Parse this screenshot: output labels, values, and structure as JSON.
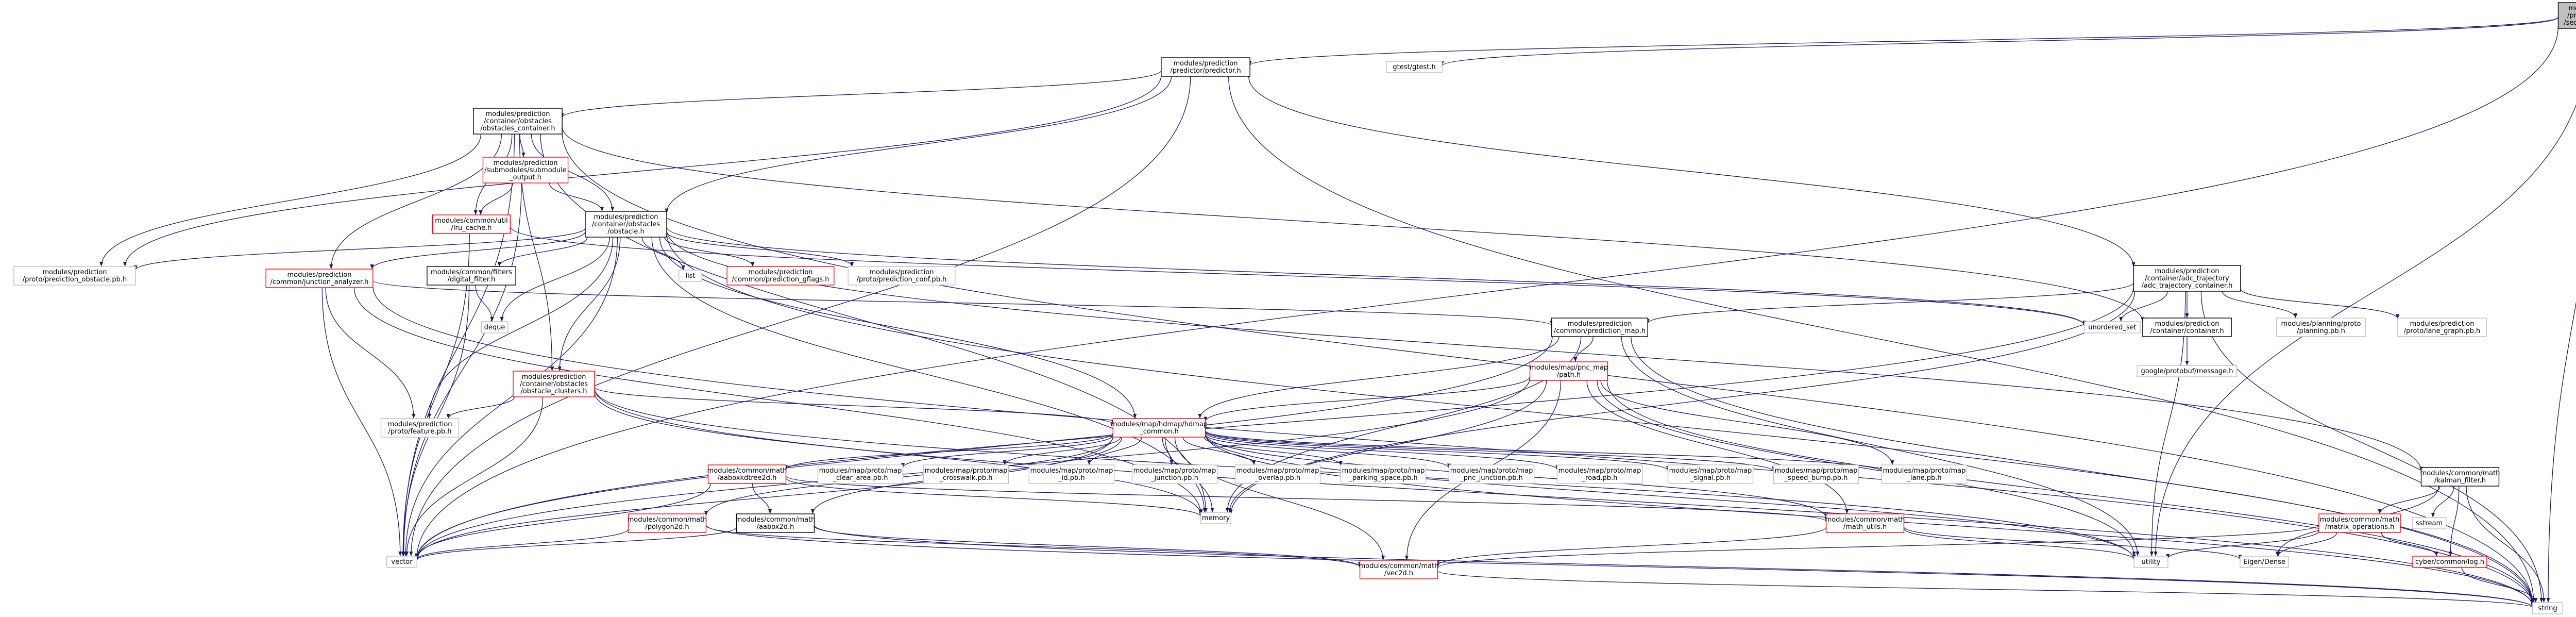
{
  "colors": {
    "edge": "#191970",
    "root_fill": "#bfbfbf",
    "red_border": "#ff0000",
    "grey_border": "#bfbfbf",
    "black_border": "#000000"
  },
  "nodes": [
    {
      "id": "root",
      "lines": [
        "modules/prediction",
        "/predictor/sequence",
        "/sequence_predictor.h"
      ],
      "style": "root"
    },
    {
      "id": "predictor",
      "lines": [
        "modules/prediction",
        "/predictor/predictor.h"
      ],
      "style": "black"
    },
    {
      "id": "gtest",
      "lines": [
        "gtest/gtest.h"
      ],
      "style": "grey"
    },
    {
      "id": "obstacles_container",
      "lines": [
        "modules/prediction",
        "/container/obstacles",
        "/obstacles_container.h"
      ],
      "style": "black"
    },
    {
      "id": "adc_traj",
      "lines": [
        "modules/prediction",
        "/container/adc_trajectory",
        "/adc_trajectory_container.h"
      ],
      "style": "black"
    },
    {
      "id": "submodule_output",
      "lines": [
        "modules/prediction",
        "/submodules/submodule",
        "_output.h"
      ],
      "style": "red"
    },
    {
      "id": "lru_cache",
      "lines": [
        "modules/common/util",
        "/lru_cache.h"
      ],
      "style": "red"
    },
    {
      "id": "obstacle",
      "lines": [
        "modules/prediction",
        "/container/obstacles",
        "/obstacle.h"
      ],
      "style": "black"
    },
    {
      "id": "prediction_obstacle",
      "lines": [
        "modules/prediction",
        "/proto/prediction_obstacle.pb.h"
      ],
      "style": "grey"
    },
    {
      "id": "junction_analyzer",
      "lines": [
        "modules/prediction",
        "/common/junction_analyzer.h"
      ],
      "style": "red"
    },
    {
      "id": "digital_filter",
      "lines": [
        "modules/common/filters",
        "/digital_filter.h"
      ],
      "style": "black"
    },
    {
      "id": "list",
      "lines": [
        "list"
      ],
      "style": "grey"
    },
    {
      "id": "gflags",
      "lines": [
        "modules/prediction",
        "/common/prediction_gflags.h"
      ],
      "style": "red"
    },
    {
      "id": "prediction_conf",
      "lines": [
        "modules/prediction",
        "/proto/prediction_conf.pb.h"
      ],
      "style": "grey"
    },
    {
      "id": "unordered_set",
      "lines": [
        "unordered_set"
      ],
      "style": "grey"
    },
    {
      "id": "deque",
      "lines": [
        "deque"
      ],
      "style": "grey"
    },
    {
      "id": "obstacle_clusters",
      "lines": [
        "modules/prediction",
        "/container/obstacles",
        "/obstacle_clusters.h"
      ],
      "style": "red"
    },
    {
      "id": "feature",
      "lines": [
        "modules/prediction",
        "/proto/feature.pb.h"
      ],
      "style": "grey"
    },
    {
      "id": "prediction_map",
      "lines": [
        "modules/prediction",
        "/common/prediction_map.h"
      ],
      "style": "black"
    },
    {
      "id": "container",
      "lines": [
        "modules/prediction",
        "/container/container.h"
      ],
      "style": "black"
    },
    {
      "id": "planning",
      "lines": [
        "modules/planning/proto",
        "/planning.pb.h"
      ],
      "style": "grey"
    },
    {
      "id": "lane_graph",
      "lines": [
        "modules/prediction",
        "/proto/lane_graph.pb.h"
      ],
      "style": "grey"
    },
    {
      "id": "google_message",
      "lines": [
        "google/protobuf/message.h"
      ],
      "style": "grey"
    },
    {
      "id": "pnc_path",
      "lines": [
        "modules/map/pnc_map",
        "/path.h"
      ],
      "style": "red"
    },
    {
      "id": "hdmap_common",
      "lines": [
        "modules/map/hdmap/hdmap",
        "_common.h"
      ],
      "style": "red"
    },
    {
      "id": "aaboxkdtree",
      "lines": [
        "modules/common/math",
        "/aaboxkdtree2d.h"
      ],
      "style": "red"
    },
    {
      "id": "clear_area",
      "lines": [
        "modules/map/proto/map",
        "_clear_area.pb.h"
      ],
      "style": "grey"
    },
    {
      "id": "crosswalk",
      "lines": [
        "modules/map/proto/map",
        "_crosswalk.pb.h"
      ],
      "style": "grey"
    },
    {
      "id": "map_id",
      "lines": [
        "modules/map/proto/map",
        "_id.pb.h"
      ],
      "style": "grey"
    },
    {
      "id": "map_junction",
      "lines": [
        "modules/map/proto/map",
        "_junction.pb.h"
      ],
      "style": "grey"
    },
    {
      "id": "map_overlap",
      "lines": [
        "modules/map/proto/map",
        "_overlap.pb.h"
      ],
      "style": "grey"
    },
    {
      "id": "parking_space",
      "lines": [
        "modules/map/proto/map",
        "_parking_space.pb.h"
      ],
      "style": "grey"
    },
    {
      "id": "pnc_junction",
      "lines": [
        "modules/map/proto/map",
        "_pnc_junction.pb.h"
      ],
      "style": "grey"
    },
    {
      "id": "map_road",
      "lines": [
        "modules/map/proto/map",
        "_road.pb.h"
      ],
      "style": "grey"
    },
    {
      "id": "map_signal",
      "lines": [
        "modules/map/proto/map",
        "_signal.pb.h"
      ],
      "style": "grey"
    },
    {
      "id": "speed_bump",
      "lines": [
        "modules/map/proto/map",
        "_speed_bump.pb.h"
      ],
      "style": "grey"
    },
    {
      "id": "map_lane",
      "lines": [
        "modules/map/proto/map",
        "_lane.pb.h"
      ],
      "style": "grey"
    },
    {
      "id": "kalman",
      "lines": [
        "modules/common/math",
        "/kalman_filter.h"
      ],
      "style": "black"
    },
    {
      "id": "polygon2d",
      "lines": [
        "modules/common/math",
        "/polygon2d.h"
      ],
      "style": "red"
    },
    {
      "id": "aabox2d",
      "lines": [
        "modules/common/math",
        "/aabox2d.h"
      ],
      "style": "black"
    },
    {
      "id": "memory",
      "lines": [
        "memory"
      ],
      "style": "grey"
    },
    {
      "id": "math_utils",
      "lines": [
        "modules/common/math",
        "/math_utils.h"
      ],
      "style": "red"
    },
    {
      "id": "matrix_ops",
      "lines": [
        "modules/common/math",
        "/matrix_operations.h"
      ],
      "style": "red"
    },
    {
      "id": "sstream",
      "lines": [
        "sstream"
      ],
      "style": "grey"
    },
    {
      "id": "vector",
      "lines": [
        "vector"
      ],
      "style": "grey"
    },
    {
      "id": "vec2d",
      "lines": [
        "modules/common/math",
        "/vec2d.h"
      ],
      "style": "red"
    },
    {
      "id": "utility",
      "lines": [
        "utility"
      ],
      "style": "grey"
    },
    {
      "id": "eigen",
      "lines": [
        "Eigen/Dense"
      ],
      "style": "grey"
    },
    {
      "id": "cyber_log",
      "lines": [
        "cyber/common/log.h"
      ],
      "style": "red"
    },
    {
      "id": "string",
      "lines": [
        "string"
      ],
      "style": "grey"
    }
  ],
  "edges": [
    [
      "root",
      "predictor"
    ],
    [
      "root",
      "gtest"
    ],
    [
      "root",
      "string"
    ],
    [
      "root",
      "vector"
    ],
    [
      "root",
      "utility"
    ],
    [
      "predictor",
      "obstacles_container"
    ],
    [
      "predictor",
      "adc_traj"
    ],
    [
      "predictor",
      "obstacle"
    ],
    [
      "predictor",
      "prediction_obstacle"
    ],
    [
      "predictor",
      "vector"
    ],
    [
      "predictor",
      "string"
    ],
    [
      "obstacles_container",
      "submodule_output"
    ],
    [
      "obstacles_container",
      "lru_cache"
    ],
    [
      "obstacles_container",
      "obstacle"
    ],
    [
      "obstacles_container",
      "prediction_obstacle"
    ],
    [
      "obstacles_container",
      "junction_analyzer"
    ],
    [
      "obstacles_container",
      "obstacle_clusters"
    ],
    [
      "obstacles_container",
      "container"
    ],
    [
      "obstacles_container",
      "memory"
    ],
    [
      "obstacles_container",
      "vector"
    ],
    [
      "obstacles_container",
      "string"
    ],
    [
      "submodule_output",
      "lru_cache"
    ],
    [
      "submodule_output",
      "obstacle"
    ],
    [
      "submodule_output",
      "vector"
    ],
    [
      "lru_cache",
      "unordered_set"
    ],
    [
      "lru_cache",
      "vector"
    ],
    [
      "obstacle",
      "prediction_obstacle"
    ],
    [
      "obstacle",
      "junction_analyzer"
    ],
    [
      "obstacle",
      "digital_filter"
    ],
    [
      "obstacle",
      "list"
    ],
    [
      "obstacle",
      "gflags"
    ],
    [
      "obstacle",
      "prediction_conf"
    ],
    [
      "obstacle",
      "deque"
    ],
    [
      "obstacle",
      "obstacle_clusters"
    ],
    [
      "obstacle",
      "feature"
    ],
    [
      "obstacle",
      "hdmap_common"
    ],
    [
      "obstacle",
      "kalman"
    ],
    [
      "obstacle",
      "memory"
    ],
    [
      "obstacle",
      "vector"
    ],
    [
      "obstacle",
      "string"
    ],
    [
      "obstacle",
      "unordered_set"
    ],
    [
      "junction_analyzer",
      "prediction_map"
    ],
    [
      "junction_analyzer",
      "feature"
    ],
    [
      "junction_analyzer",
      "memory"
    ],
    [
      "junction_analyzer",
      "vector"
    ],
    [
      "junction_analyzer",
      "string"
    ],
    [
      "digital_filter",
      "deque"
    ],
    [
      "digital_filter",
      "vector"
    ],
    [
      "obstacle_clusters",
      "feature"
    ],
    [
      "obstacle_clusters",
      "hdmap_common"
    ],
    [
      "obstacle_clusters",
      "memory"
    ],
    [
      "obstacle_clusters",
      "vector"
    ],
    [
      "obstacle_clusters",
      "string"
    ],
    [
      "obstacle_clusters",
      "utility"
    ],
    [
      "adc_traj",
      "prediction_map"
    ],
    [
      "adc_traj",
      "container"
    ],
    [
      "adc_traj",
      "planning"
    ],
    [
      "adc_traj",
      "lane_graph"
    ],
    [
      "adc_traj",
      "unordered_set"
    ],
    [
      "adc_traj",
      "memory"
    ],
    [
      "adc_traj",
      "vector"
    ],
    [
      "adc_traj",
      "string"
    ],
    [
      "adc_traj",
      "utility"
    ],
    [
      "container",
      "google_message"
    ],
    [
      "prediction_map",
      "pnc_path"
    ],
    [
      "prediction_map",
      "hdmap_common"
    ],
    [
      "prediction_map",
      "vector"
    ],
    [
      "prediction_map",
      "string"
    ],
    [
      "prediction_map",
      "utility"
    ],
    [
      "prediction_map",
      "memory"
    ],
    [
      "pnc_path",
      "hdmap_common"
    ],
    [
      "pnc_path",
      "map_lane"
    ],
    [
      "pnc_path",
      "math_utils"
    ],
    [
      "pnc_path",
      "vec2d"
    ],
    [
      "pnc_path",
      "vector"
    ],
    [
      "pnc_path",
      "string"
    ],
    [
      "pnc_path",
      "utility"
    ],
    [
      "pnc_path",
      "memory"
    ],
    [
      "hdmap_common",
      "aaboxkdtree"
    ],
    [
      "hdmap_common",
      "clear_area"
    ],
    [
      "hdmap_common",
      "crosswalk"
    ],
    [
      "hdmap_common",
      "map_id"
    ],
    [
      "hdmap_common",
      "map_junction"
    ],
    [
      "hdmap_common",
      "map_overlap"
    ],
    [
      "hdmap_common",
      "parking_space"
    ],
    [
      "hdmap_common",
      "pnc_junction"
    ],
    [
      "hdmap_common",
      "map_road"
    ],
    [
      "hdmap_common",
      "map_signal"
    ],
    [
      "hdmap_common",
      "speed_bump"
    ],
    [
      "hdmap_common",
      "map_lane"
    ],
    [
      "hdmap_common",
      "polygon2d"
    ],
    [
      "hdmap_common",
      "aabox2d"
    ],
    [
      "hdmap_common",
      "vec2d"
    ],
    [
      "hdmap_common",
      "math_utils"
    ],
    [
      "hdmap_common",
      "memory"
    ],
    [
      "hdmap_common",
      "vector"
    ],
    [
      "hdmap_common",
      "string"
    ],
    [
      "hdmap_common",
      "utility"
    ],
    [
      "aaboxkdtree",
      "aabox2d"
    ],
    [
      "aaboxkdtree",
      "math_utils"
    ],
    [
      "aaboxkdtree",
      "memory"
    ],
    [
      "aaboxkdtree",
      "vector"
    ],
    [
      "polygon2d",
      "vec2d"
    ],
    [
      "polygon2d",
      "vector"
    ],
    [
      "polygon2d",
      "string"
    ],
    [
      "aabox2d",
      "vec2d"
    ],
    [
      "aabox2d",
      "vector"
    ],
    [
      "aabox2d",
      "string"
    ],
    [
      "math_utils",
      "vec2d"
    ],
    [
      "math_utils",
      "utility"
    ],
    [
      "math_utils",
      "eigen"
    ],
    [
      "kalman",
      "matrix_ops"
    ],
    [
      "kalman",
      "sstream"
    ],
    [
      "kalman",
      "eigen"
    ],
    [
      "kalman",
      "cyber_log"
    ],
    [
      "kalman",
      "string"
    ],
    [
      "matrix_ops",
      "eigen"
    ],
    [
      "matrix_ops",
      "cyber_log"
    ],
    [
      "matrix_ops",
      "utility"
    ],
    [
      "matrix_ops",
      "vec2d"
    ],
    [
      "cyber_log",
      "string"
    ],
    [
      "vec2d",
      "string"
    ]
  ]
}
